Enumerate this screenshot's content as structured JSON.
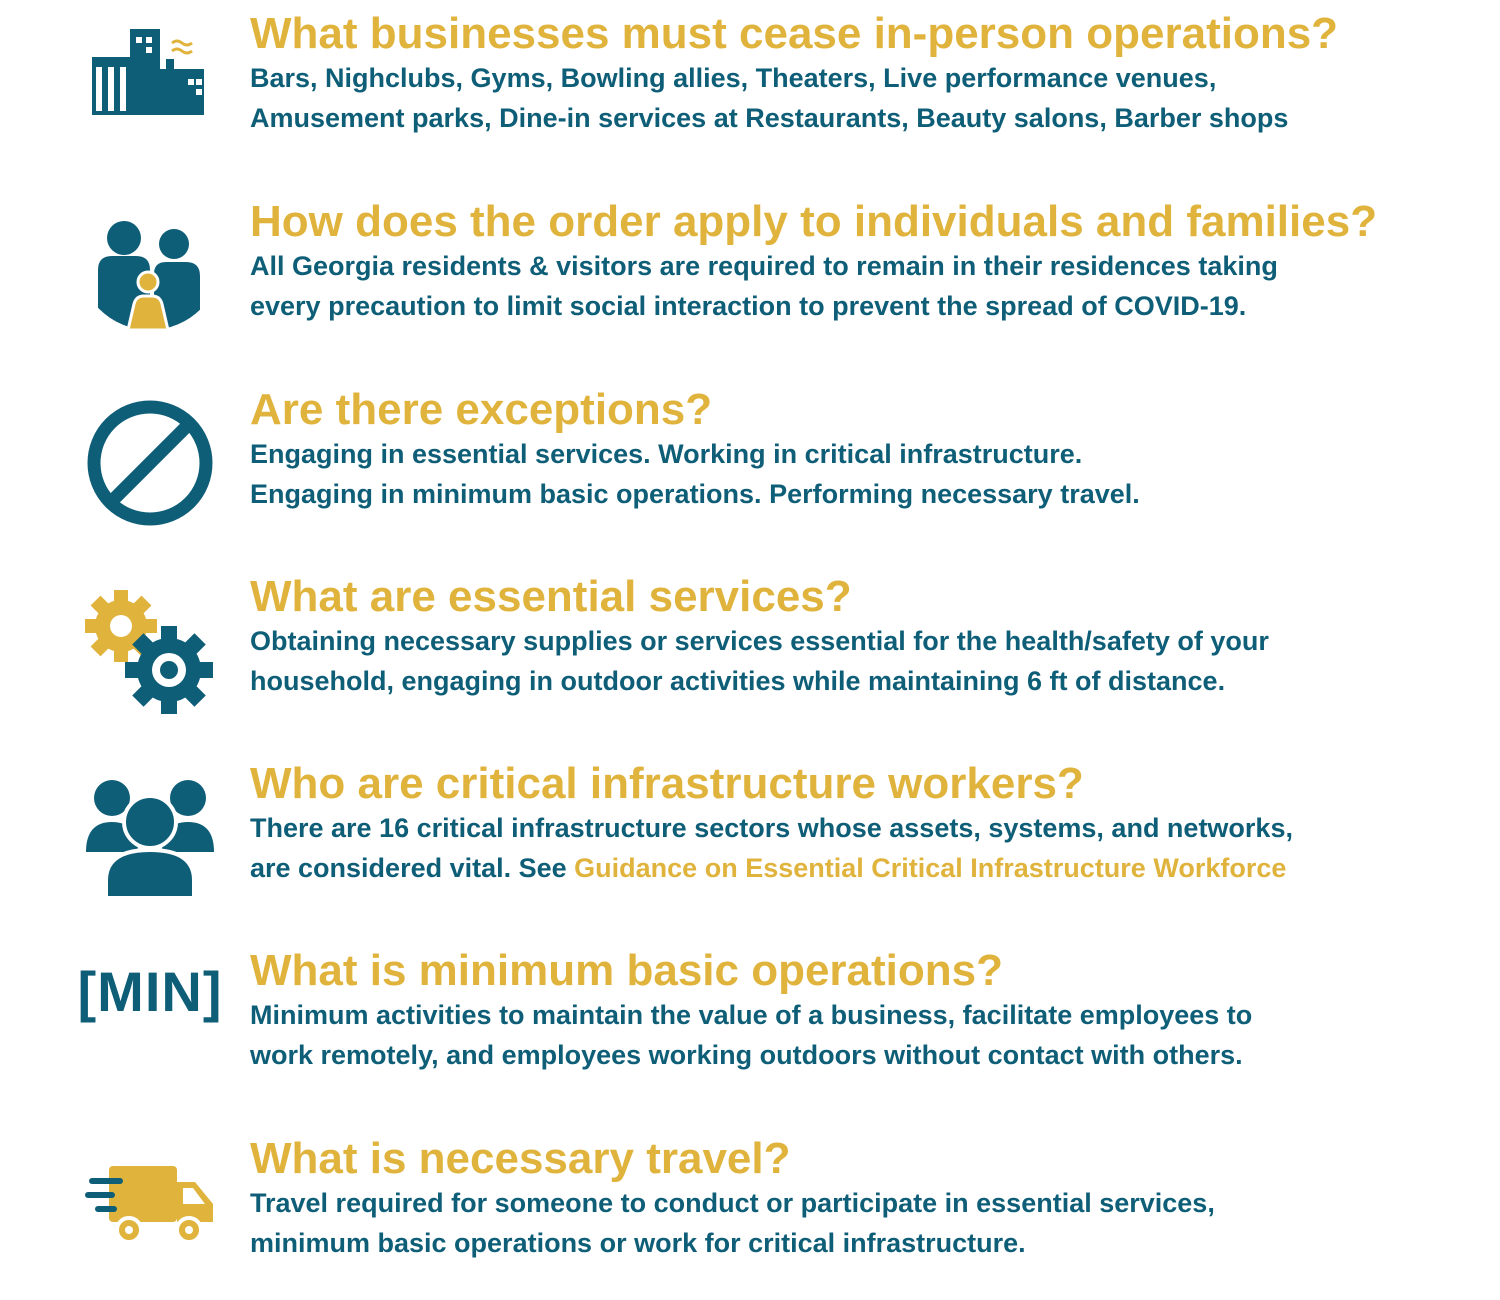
{
  "colors": {
    "accent": "#e0b33c",
    "primary": "#0f5e78",
    "background": "#ffffff"
  },
  "items": [
    {
      "icon": "buildings-icon",
      "question": "What businesses must cease in-person operations?",
      "answer_lines": [
        "Bars, Nighclubs, Gyms, Bowling allies, Theaters, Live performance venues,",
        "Amusement parks, Dine-in services at Restaurants, Beauty salons, Barber shops"
      ]
    },
    {
      "icon": "family-icon",
      "question": "How does the order apply to individuals and families?",
      "answer_lines": [
        "All Georgia residents & visitors are required to remain in their residences taking",
        "every precaution to limit social interaction to prevent the spread of COVID-19."
      ]
    },
    {
      "icon": "prohibited-icon",
      "question": "Are there exceptions?",
      "answer_lines": [
        "Engaging in essential services. Working in critical infrastructure.",
        "Engaging in minimum basic operations. Performing necessary travel."
      ]
    },
    {
      "icon": "gears-icon",
      "question": "What are essential services?",
      "answer_lines": [
        "Obtaining necessary supplies or services essential for the health/safety of your",
        "household, engaging in outdoor activities while maintaining 6 ft of distance."
      ]
    },
    {
      "icon": "group-icon",
      "question": "Who are critical infrastructure workers?",
      "answer_lines": [
        "There are 16 critical infrastructure sectors whose assets, systems, and networks,",
        "are considered vital. See "
      ],
      "link_text": "Guidance on Essential Critical Infrastructure Workforce"
    },
    {
      "icon": "min-bracket-icon",
      "icon_text": "[MIN]",
      "question": "What is minimum basic operations?",
      "answer_lines": [
        "Minimum activities to maintain the value of a business, facilitate employees to",
        "work remotely, and employees working outdoors without contact with others."
      ]
    },
    {
      "icon": "delivery-truck-icon",
      "question": "What is necessary travel?",
      "answer_lines": [
        "Travel required for someone to conduct or participate in essential services,",
        "minimum basic operations or work for critical infrastructure."
      ]
    }
  ]
}
